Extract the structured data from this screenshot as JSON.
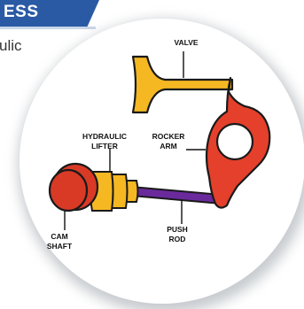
{
  "header": {
    "title_fragment": "ESS"
  },
  "side_text": "ulic",
  "diagram": {
    "labels": {
      "valve": "VALVE",
      "rocker_arm_line1": "ROCKER",
      "rocker_arm_line2": "ARM",
      "hydraulic_lifter_line1": "HYDRAULIC",
      "hydraulic_lifter_line2": "LIFTER",
      "cam_shaft_line1": "CAM",
      "cam_shaft_line2": "SHAFT",
      "push_rod_line1": "PUSH",
      "push_rod_line2": "ROD"
    },
    "colors": {
      "valve": "#f5b823",
      "rocker_arm": "#e4402b",
      "cam_shaft": "#d93a26",
      "lifter": "#f5b823",
      "push_rod": "#6a2a9c",
      "outline": "#1a1a1a",
      "banner": "#2a5aa4"
    }
  }
}
